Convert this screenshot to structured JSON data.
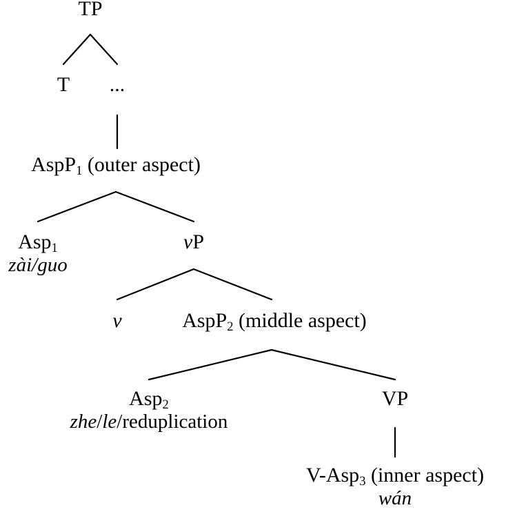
{
  "diagram": {
    "kind": "syntax-tree",
    "title": "Chinese aspect phrase structure tree",
    "background_color": "#ffffff",
    "line_color": "#000000",
    "text_color": "#000000"
  },
  "nodes": {
    "tp": {
      "label": "TP"
    },
    "t": {
      "label": "T"
    },
    "ellipsis": {
      "label": "..."
    },
    "aspp1": {
      "label_main": "AspP",
      "subscript": "1",
      "label_tail": " (outer aspect)"
    },
    "asp1": {
      "label_main": "Asp",
      "subscript": "1",
      "gloss": "zài/guo"
    },
    "vp_small": {
      "label_italic": "v",
      "label_roman": "P"
    },
    "v_head": {
      "label": "v"
    },
    "aspp2": {
      "label_main": "AspP",
      "subscript": "2",
      "label_tail": " (middle aspect)"
    },
    "asp2": {
      "label_main": "Asp",
      "subscript": "2",
      "gloss_italic_1": "zhe",
      "gloss_sep_1": "/",
      "gloss_italic_2": "le",
      "gloss_sep_2": "/",
      "gloss_roman": "reduplication"
    },
    "vp": {
      "label": "VP"
    },
    "v_asp3": {
      "label_main": "V-Asp",
      "subscript": "3",
      "label_tail": " (inner aspect)",
      "gloss": "wán"
    }
  }
}
